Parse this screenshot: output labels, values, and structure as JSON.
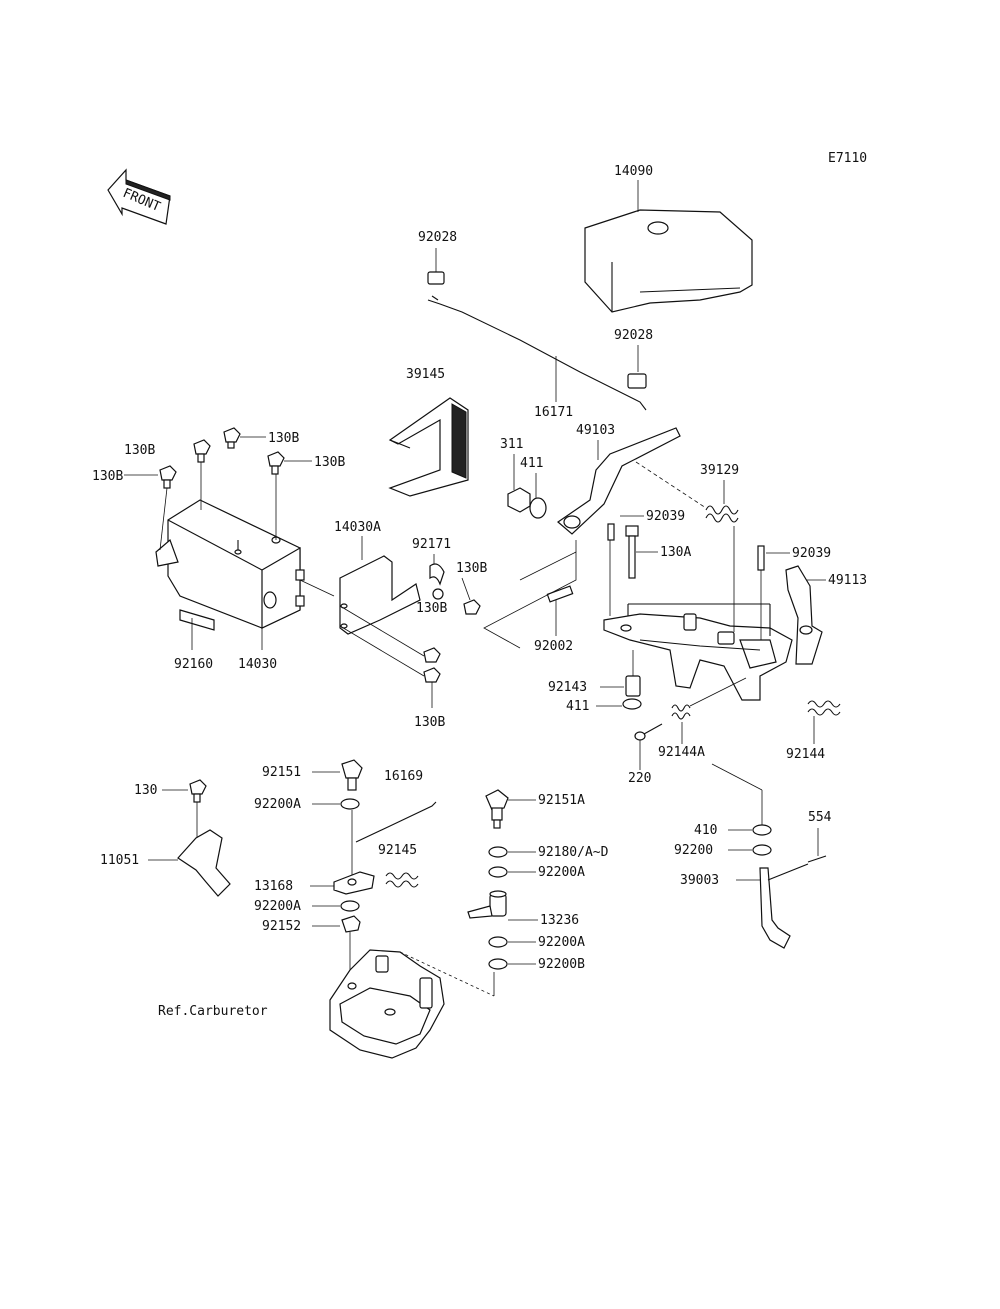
{
  "diagram": {
    "code": "E7110",
    "front_label": "FRONT",
    "ref_label": "Ref.Carburetor"
  },
  "parts": {
    "p14090": "14090",
    "p92028a": "92028",
    "p92028b": "92028",
    "p39145": "39145",
    "p16171": "16171",
    "p49103": "49103",
    "p311": "311",
    "p411a": "411",
    "p39129": "39129",
    "p92039a": "92039",
    "p130A": "130A",
    "p92039b": "92039",
    "p49113": "49113",
    "p130B_1": "130B",
    "p130B_2": "130B",
    "p130B_3": "130B",
    "p130B_4": "130B",
    "p14030A": "14030A",
    "p92171": "92171",
    "p130B_5": "130B",
    "p130B_6": "130B",
    "p130B_7": "130B",
    "p92002": "92002",
    "p92160": "92160",
    "p14030": "14030",
    "p92143": "92143",
    "p411b": "411",
    "p92144A": "92144A",
    "p220": "220",
    "p92144": "92144",
    "p92151": "92151",
    "p16169": "16169",
    "p92200A_1": "92200A",
    "p92145": "92145",
    "p92151A": "92151A",
    "p130": "130",
    "p11051": "11051",
    "p92180": "92180/A~D",
    "p92200A_2": "92200A",
    "p13168": "13168",
    "p92200A_3": "92200A",
    "p13236": "13236",
    "p92152": "92152",
    "p92200A_4": "92200A",
    "p92200B": "92200B",
    "p410": "410",
    "p554": "554",
    "p92200": "92200",
    "p39003": "39003"
  }
}
